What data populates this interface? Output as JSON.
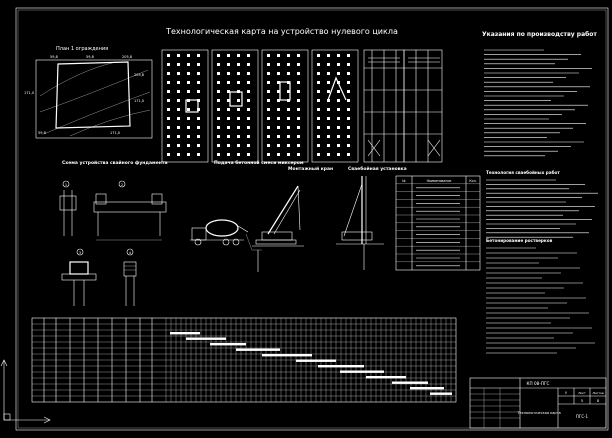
{
  "sheet": {
    "title": "Технологическая карта на устройство нулевого цикла",
    "plot_label": "План 1 ограждения",
    "plot_values": [
      "59,8",
      "59,8",
      "205,8",
      "205,8",
      "171,0",
      "171,0",
      "59,8",
      "171,0"
    ],
    "section_pile_title": "Схема устройства свайного фундамента",
    "section_mix_title": "Подача бетонной смеси миксером",
    "section_crane_title": "Монтажный кран",
    "section_driver_title": "Сваебойная установка",
    "detail_numbers": [
      "1",
      "2",
      "3",
      "4"
    ],
    "instructions_title": "Указания по производству работ",
    "works_heading_1": "Технология сваебойных работ",
    "works_heading_2": "Бетонирование ростверков",
    "equipment_headers": [
      "№",
      "Наименование",
      "Кол."
    ],
    "stamp": {
      "code": "КП 08-ПГС",
      "sheet_label": "Лист",
      "sheets_label": "Листов",
      "stage": "У",
      "sheet_no": "5",
      "sheet_total": "8",
      "title_small": "Технологическая карта",
      "org": "ПГС-1"
    }
  },
  "colors": {
    "background": "#000000",
    "lines": "#ffffff"
  }
}
